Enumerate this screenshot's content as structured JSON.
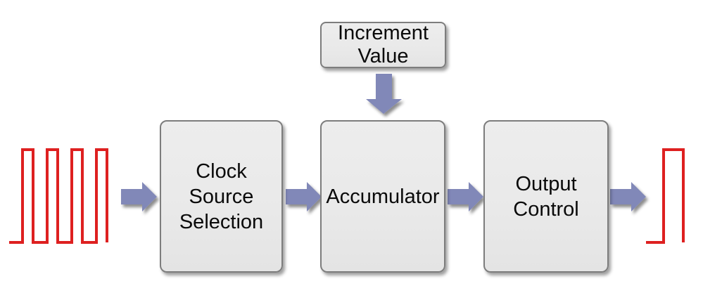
{
  "diagram": {
    "blocks": {
      "increment_value": "Increment\nValue",
      "clock_source_selection": "Clock\nSource\nSelection",
      "accumulator": "Accumulator",
      "output_control": "Output\nControl"
    },
    "waveforms": {
      "input": "clock-square-wave-four-pulses",
      "output": "single-pulse"
    },
    "connections": [
      "input-clock to clock-source-selection",
      "clock-source-selection to accumulator",
      "increment-value to accumulator",
      "accumulator to output-control",
      "output-control to output-pulse"
    ],
    "colors": {
      "signal_red": "#de2020",
      "arrow_blue": "#8188b8",
      "box_fill": "#e9e9e9",
      "box_border": "#7d7d7d",
      "text": "#0a0a0a",
      "background": "#ffffff"
    }
  }
}
